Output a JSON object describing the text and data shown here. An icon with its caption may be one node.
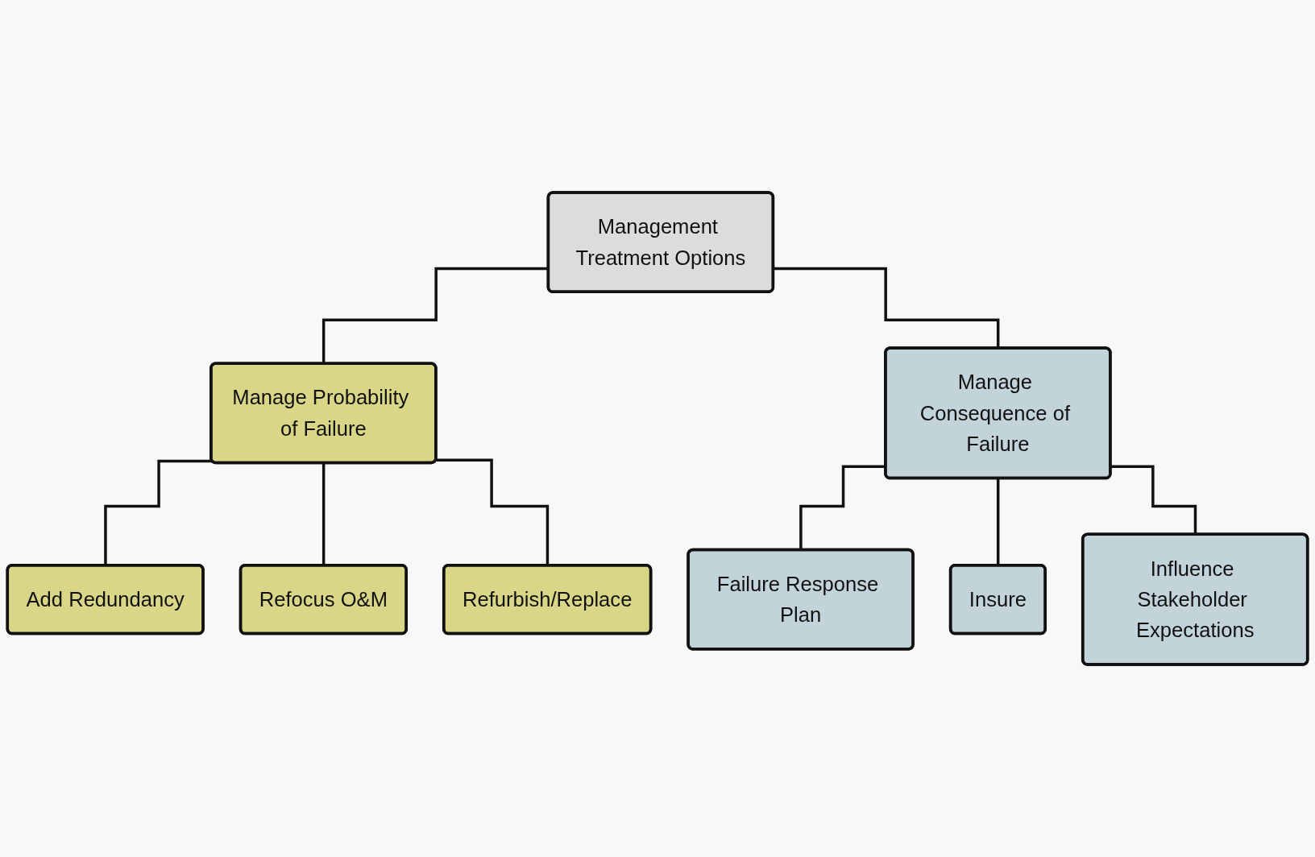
{
  "diagram": {
    "nodes": [
      {
        "text": [
          "Management Treatment Options"
        ]
      },
      {
        "text": [
          "Manage Probability of Failure"
        ]
      },
      {
        "text": [
          "Manage Consequence of Failure"
        ]
      },
      {
        "text": [
          "Add Redundancy"
        ]
      },
      {
        "text": [
          "Refocus O&M"
        ]
      },
      {
        "text": [
          "Refurbish/Replace"
        ]
      },
      {
        "text": [
          "Failure Response Plan"
        ]
      },
      {
        "text": [
          "Insure"
        ]
      },
      {
        "text": [
          "Influence Stakeholder Expectations"
        ]
      }
    ],
    "edges": [
      {
        "from": 0,
        "to": 1,
        "arrow": "none"
      },
      {
        "from": 0,
        "to": 2,
        "arrow": "none"
      },
      {
        "from": 1,
        "to": 3,
        "arrow": "none"
      },
      {
        "from": 1,
        "to": 4,
        "arrow": "none"
      },
      {
        "from": 1,
        "to": 5,
        "arrow": "none"
      },
      {
        "from": 2,
        "to": 6,
        "arrow": "none"
      },
      {
        "from": 2,
        "to": 7,
        "arrow": "none"
      },
      {
        "from": 2,
        "to": 8,
        "arrow": "none"
      }
    ]
  }
}
